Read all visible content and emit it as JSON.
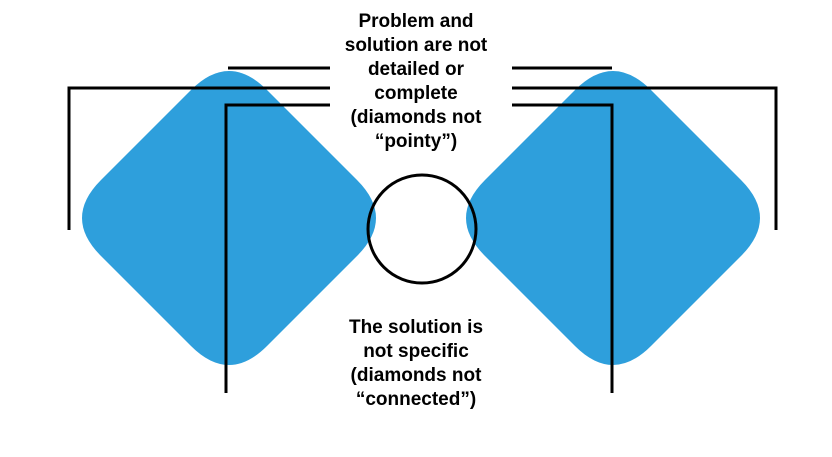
{
  "colors": {
    "diamond_fill": "#2e9fdc",
    "line": "#000000",
    "text": "#000000",
    "background": "#ffffff"
  },
  "annotations": {
    "top_lines": [
      "Problem and",
      "solution are not",
      "detailed or",
      "complete",
      "(diamonds not",
      "“pointy”)"
    ],
    "bottom_lines": [
      "The solution is",
      "not specific",
      "(diamonds not",
      "“connected”)"
    ]
  }
}
